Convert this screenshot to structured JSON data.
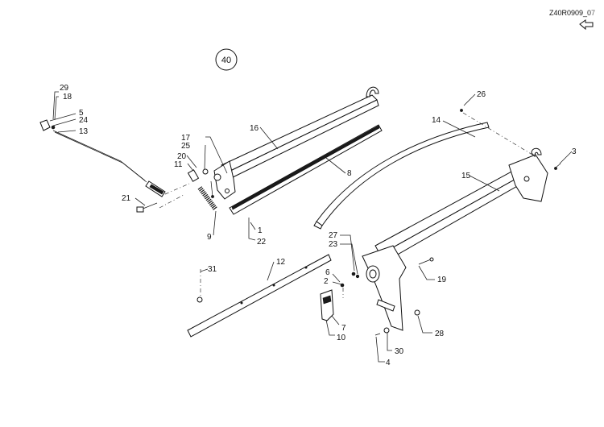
{
  "header": {
    "reference_code": "Z40R0909_0",
    "page_mark": "07",
    "group_number": "40",
    "return_icon": "return-arrow-icon"
  },
  "callouts": [
    "1",
    "2",
    "3",
    "4",
    "5",
    "6",
    "7",
    "8",
    "9",
    "10",
    "11",
    "12",
    "13",
    "14",
    "15",
    "16",
    "17",
    "18",
    "19",
    "20",
    "21",
    "22",
    "23",
    "24",
    "25",
    "26",
    "27",
    "28",
    "29",
    "30",
    "31"
  ]
}
